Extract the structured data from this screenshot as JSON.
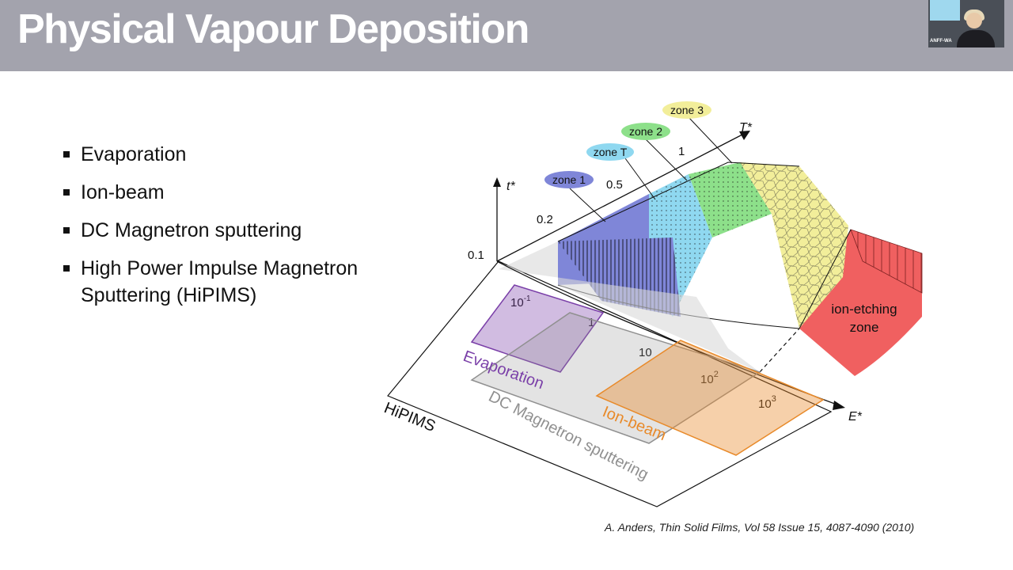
{
  "slide": {
    "title": "Physical Vapour Deposition",
    "bullets": [
      "Evaporation",
      "Ion-beam",
      "DC Magnetron sputtering",
      "High Power Impulse Magnetron Sputtering (HiPIMS)"
    ],
    "citation": "A. Anders, Thin Solid Films, Vol 58 Issue 15, 4087-4090 (2010)"
  },
  "webcam": {
    "label": "ANFF-WA"
  },
  "diagram": {
    "axes": {
      "t": "t*",
      "T": "T*",
      "E": "E*"
    },
    "t_ticks": [
      "0.1",
      "0.2",
      "0.5",
      "1"
    ],
    "e_ticks": {
      "tenth": "10",
      "tenth_exp": "-1",
      "one": "1",
      "ten": "10",
      "hundred": "10",
      "hundred_exp": "2",
      "thousand": "10",
      "thousand_exp": "3"
    },
    "zones": [
      "zone 1",
      "zone T",
      "zone 2",
      "zone 3"
    ],
    "ion_etch": [
      "ion-etching",
      "zone"
    ],
    "regions": {
      "evaporation": "Evaporation",
      "dc": "DC Magnetron sputtering",
      "ionbeam": "Ion-beam",
      "hipims": "HiPIMS"
    },
    "colors": {
      "zone1": "#7f86d8",
      "zoneT": "#8fd8f0",
      "zone2": "#8de08a",
      "zone3": "#f2ee9a",
      "ion_etch": "#f06060",
      "evaporation": "#7a3fa8",
      "dc": "#909090",
      "ionbeam": "#e88a2a"
    }
  }
}
